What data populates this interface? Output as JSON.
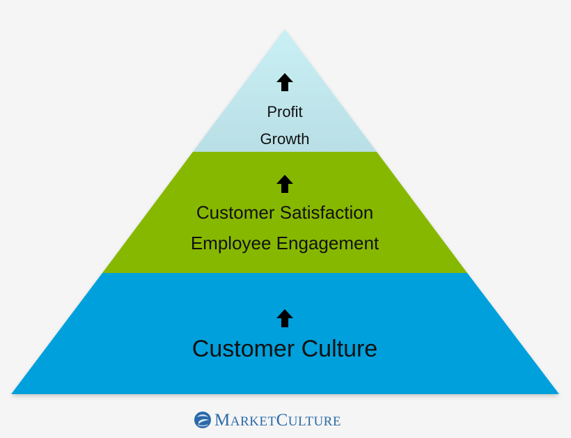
{
  "pyramid": {
    "tiers": [
      {
        "id": "top",
        "color": "#c9f0f4",
        "color_bottom": "#b9dfe6",
        "lines": [
          "Profit",
          "Growth"
        ]
      },
      {
        "id": "middle",
        "color": "#87b800",
        "lines": [
          "Customer Satisfaction",
          "Employee Engagement"
        ]
      },
      {
        "id": "bottom",
        "color": "#00a0dc",
        "lines": [
          "Customer Culture"
        ]
      }
    ],
    "arrow_icon": "up-arrow-icon"
  },
  "logo": {
    "icon": "globe-icon",
    "text_part1_initial": "M",
    "text_part1_rest": "ARKET",
    "text_part2_initial": "C",
    "text_part2_rest": "ULTURE",
    "color": "#2a6aa8"
  }
}
